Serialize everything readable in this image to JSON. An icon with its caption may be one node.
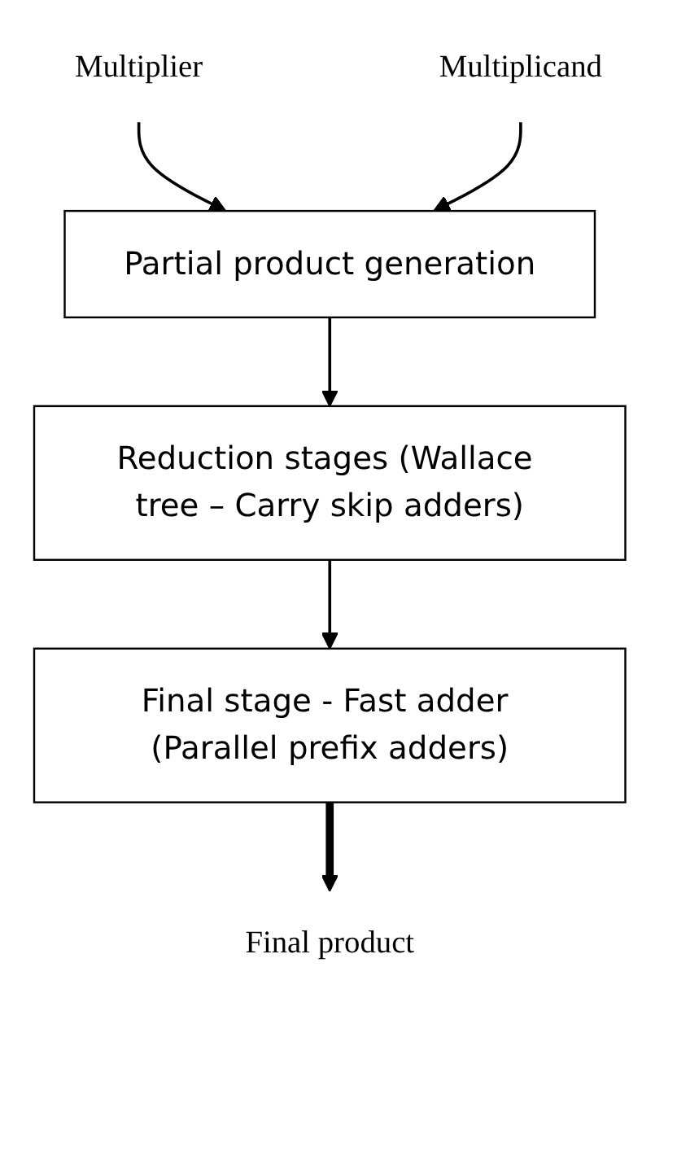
{
  "diagram": {
    "nodes": [
      {
        "text": [
          "Multiplier"
        ]
      },
      {
        "text": [
          "Multiplicand"
        ]
      },
      {
        "text": [
          "Partial product generation"
        ]
      },
      {
        "text": [
          "Reduction stages (Wallace tree – Carry skip adders)"
        ]
      },
      {
        "text": [
          "Final stage - Fast adder (Parallel prefix adders)"
        ]
      },
      {
        "text": [
          "Final product"
        ]
      }
    ],
    "edges": [
      {
        "from": 0,
        "to": 2,
        "arrow": "to"
      },
      {
        "from": 1,
        "to": 2,
        "arrow": "to"
      },
      {
        "from": 2,
        "to": 3,
        "arrow": "to"
      },
      {
        "from": 3,
        "to": 4,
        "arrow": "to"
      },
      {
        "from": 4,
        "to": 5,
        "arrow": "to",
        "style": "thick"
      }
    ]
  }
}
